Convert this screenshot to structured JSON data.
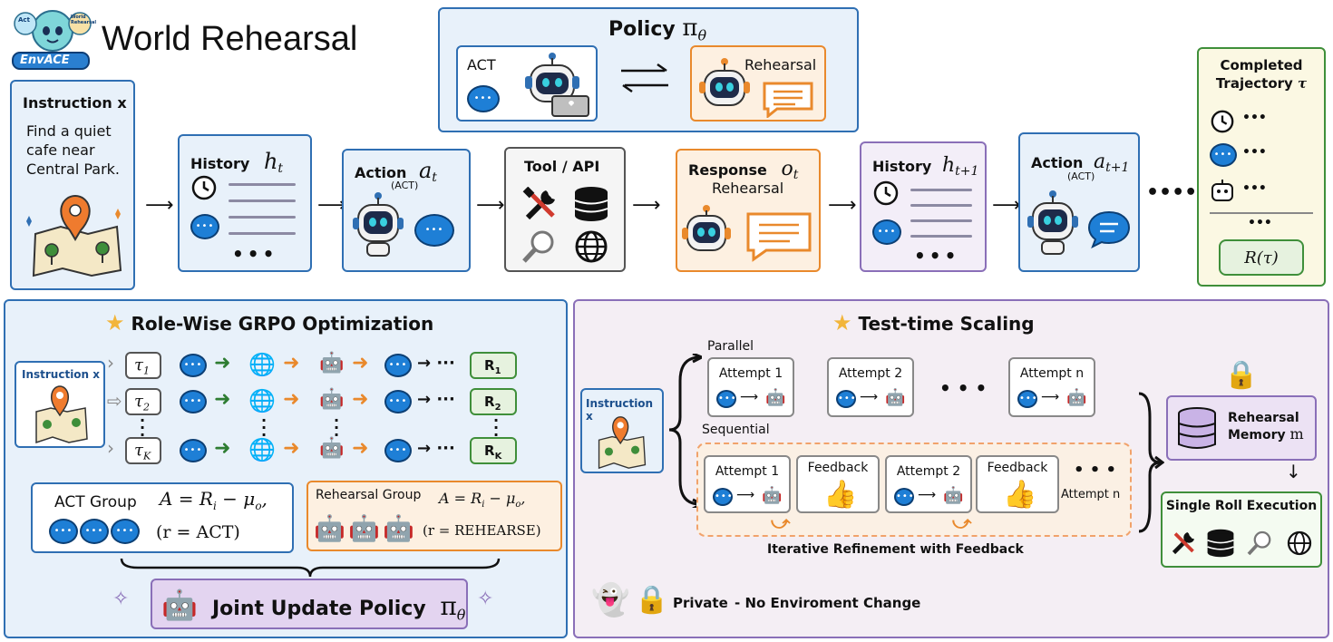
{
  "logo": {
    "text_small_1": "Act",
    "text_small_2": "World Rehearsal",
    "brand": "EnvACE"
  },
  "title": "World Rehearsal",
  "policy": {
    "label": "Policy",
    "symbol": "π",
    "sub": "θ",
    "act": "ACT",
    "rehearsal": "Rehearsal"
  },
  "instruction": {
    "title": "Instruction",
    "var": "x",
    "text": "Find a quiet cafe near Central Park."
  },
  "history_t": {
    "title": "History",
    "var": "h",
    "sub": "t"
  },
  "action_t": {
    "title": "Action",
    "var": "a",
    "sub": "t",
    "note": "(ACT)"
  },
  "tool": {
    "title": "Tool / API"
  },
  "response": {
    "title": "Response",
    "var": "o",
    "sub": "t",
    "note": "Rehearsal"
  },
  "history_t1": {
    "title": "History",
    "var": "h",
    "sub": "t+1"
  },
  "action_t1": {
    "title": "Action",
    "var": "a",
    "sub": "t+1",
    "note": "(ACT)"
  },
  "ellipsis": "•••",
  "completed": {
    "title_1": "Completed",
    "title_2": "Trajectory",
    "var": "τ",
    "reward": "R(τ)",
    "dots": "•••"
  },
  "grpo": {
    "title": "Role-Wise GRPO Optimization",
    "instruction": "Instruction x",
    "rows": [
      {
        "tau": "τ",
        "sub": "1",
        "reward": "R",
        "rsub": "1"
      },
      {
        "tau": "τ",
        "sub": "2",
        "reward": "R",
        "rsub": "2"
      },
      {
        "tau": "τ",
        "sub": "K",
        "reward": "R",
        "rsub": "K"
      }
    ],
    "tail": "→ ···",
    "act_group": {
      "label": "ACT Group",
      "formula": "A = R",
      "formula_sub": "i",
      "formula_tail": " − μ",
      "formula_tail_sub": "o",
      "cond": "(r = ACT)"
    },
    "reh_group": {
      "label": "Rehearsal Group",
      "formula": "A = R",
      "formula_sub": "i",
      "formula_tail": " − μ",
      "formula_tail_sub": "o",
      "cond": "(r = REHEARSE)"
    },
    "joint": {
      "label": "Joint Update Policy",
      "symbol": "π",
      "sub": "θ"
    }
  },
  "tts": {
    "title": "Test-time Scaling",
    "instruction": "Instruction x",
    "parallel": "Parallel",
    "sequential": "Sequential",
    "attempts_parallel": [
      "Attempt 1",
      "Attempt 2",
      "Attempt n"
    ],
    "attempts_seq": [
      "Attempt 1",
      "Attempt 2"
    ],
    "feedback": "Feedback",
    "attempt_n": "Attempt n",
    "refine": "Iterative Refinement with Feedback",
    "memory_1": "Rehearsal",
    "memory_2": "Memory",
    "memory_var": "m",
    "single_roll": "Single Roll Execution",
    "private": "Private",
    "no_change": "- No Enviroment Change",
    "dots": "• • •"
  },
  "colors": {
    "blue_bg": "#e8f1fa",
    "blue_border": "#2f6fb3",
    "orange_bg": "#fdf0e1",
    "orange_border": "#e9892c",
    "green_border": "#3f8f3a",
    "purple_border": "#8a6fb8",
    "purple_bg": "#f4eef4"
  }
}
